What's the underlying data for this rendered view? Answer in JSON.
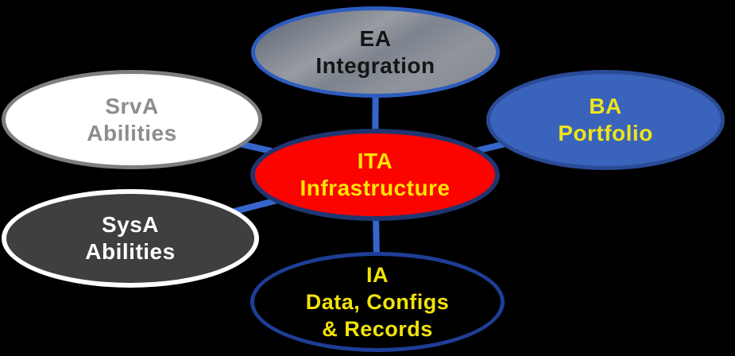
{
  "diagram": {
    "title": "ITA Infrastructure relationship diagram",
    "background": "#000000",
    "connector_color": "#3566cb",
    "nodes": {
      "ea": {
        "lines": [
          "EA",
          "Integration"
        ],
        "fill": "gray-gradient",
        "border": "#2d5cbe",
        "text_color": "#141414"
      },
      "srva": {
        "lines": [
          "SrvA",
          "Abilities"
        ],
        "fill": "#ffffff",
        "border": "#7f7f7f",
        "text_color": "#8d8d8d"
      },
      "ba": {
        "lines": [
          "BA",
          "Portfolio"
        ],
        "fill": "#3a63bb",
        "border": "#2a4b96",
        "text_color": "#ede41c"
      },
      "ita": {
        "lines": [
          "ITA",
          "Infrastructure"
        ],
        "fill": "#fb0400",
        "border": "#203570",
        "text_color": "#ffe400"
      },
      "sysa": {
        "lines": [
          "SysA",
          "Abilities"
        ],
        "fill": "#3f3f3f",
        "border": "#ffffff",
        "text_color": "#ffffff"
      },
      "ia": {
        "lines": [
          "IA",
          "Data, Configs",
          "& Records"
        ],
        "fill": "#000000",
        "border": "#1e3e96",
        "text_color": "#f1e409"
      }
    }
  }
}
